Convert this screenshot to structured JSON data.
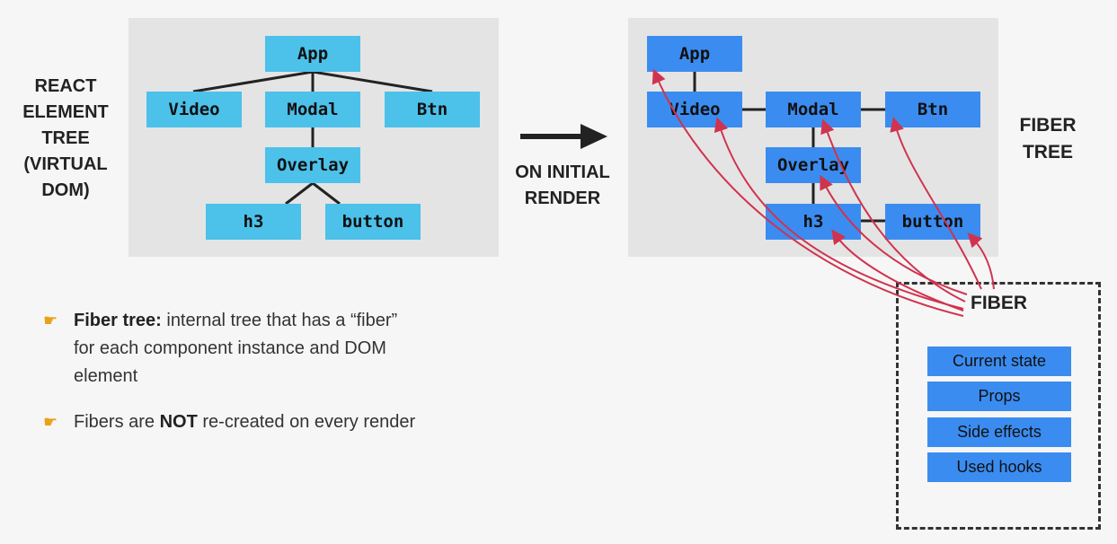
{
  "left_label": [
    "REACT",
    "ELEMENT",
    "TREE",
    "(VIRTUAL",
    "DOM)"
  ],
  "middle_label": [
    "ON INITIAL",
    "RENDER"
  ],
  "right_label": [
    "FIBER",
    "TREE"
  ],
  "element_tree": {
    "app": "App",
    "video": "Video",
    "modal": "Modal",
    "btn": "Btn",
    "overlay": "Overlay",
    "h3": "h3",
    "button": "button"
  },
  "fiber_tree": {
    "app": "App",
    "video": "Video",
    "modal": "Modal",
    "btn": "Btn",
    "overlay": "Overlay",
    "h3": "h3",
    "button": "button"
  },
  "bullets": [
    {
      "bold_prefix": "Fiber tree:",
      "text": " internal tree that has a “fiber” for each component instance and DOM element"
    },
    {
      "pre": "Fibers are ",
      "bold": "NOT",
      "post": " re-created on every render"
    }
  ],
  "fiber_box": {
    "title": "FIBER",
    "items": [
      "Current state",
      "Props",
      "Side effects",
      "Used hooks"
    ]
  },
  "colors": {
    "element_node": "#4cc1ea",
    "fiber_node": "#3b8cf0",
    "pointer_arrow": "#d0334e",
    "connector": "#222222"
  }
}
